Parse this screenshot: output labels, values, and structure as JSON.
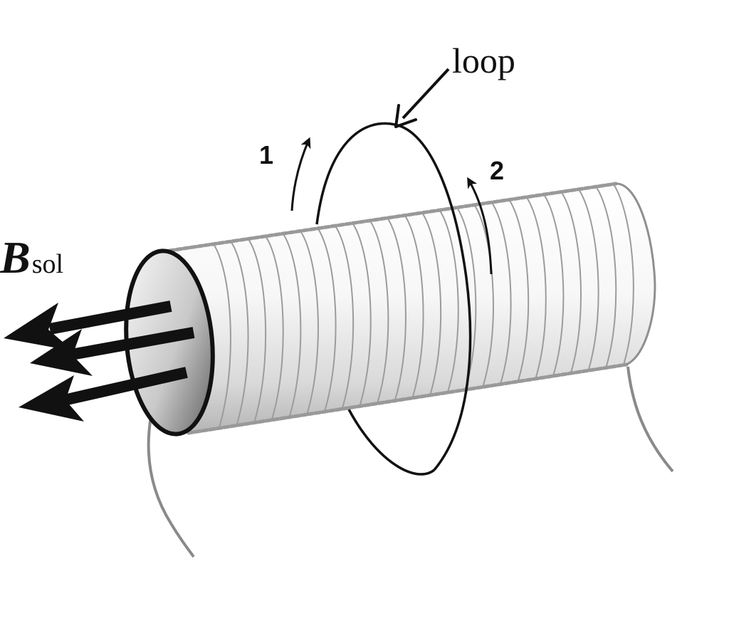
{
  "labels": {
    "loop": "loop",
    "arrow_1": "1",
    "arrow_2": "2",
    "field_symbol": "B",
    "field_subscript": "sol"
  },
  "colors": {
    "outline": "#111111",
    "wire": "#8a8a8a",
    "winding": "#9c9c9c",
    "background": "#ffffff"
  },
  "icons": {
    "loop_pointer": "arrow-icon",
    "field_arrows": "arrow-icon"
  }
}
